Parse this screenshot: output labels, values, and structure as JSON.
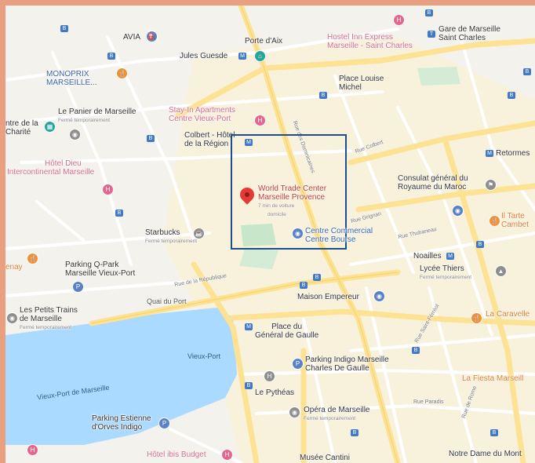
{
  "map": {
    "selected_place": {
      "name_line1": "World Trade Center",
      "name_line2": "Marseille Provence",
      "hours": "7 min de voiture",
      "detail": "domicile"
    },
    "places": [
      {
        "key": "avia",
        "name": "AVIA",
        "icon": "gas-station-icon",
        "pin": "blue"
      },
      {
        "key": "porte-daix",
        "name": "Porte d'Aix",
        "icon": "landmark-icon",
        "pin": "teal"
      },
      {
        "key": "jules-guesde",
        "name": "Jules Guesde",
        "icon": "metro-icon"
      },
      {
        "key": "hostel",
        "name_line1": "Hostel Inn Express",
        "name_line2": "Marseille - Saint Charles",
        "icon": "hotel-icon",
        "pin": "pink"
      },
      {
        "key": "gare",
        "name_line1": "Gare de Marseille",
        "name_line2": "Saint Charles",
        "icon": "train-station-icon"
      },
      {
        "key": "monoprix",
        "name_line1": "MONOPRIX",
        "name_line2": "MARSEILLE...",
        "icon": "shop-icon",
        "pin": "blue"
      },
      {
        "key": "place-louise",
        "name_line1": "Place Louise",
        "name_line2": "Michel",
        "icon": "none"
      },
      {
        "key": "panier",
        "name": "Le Panier de Marseille",
        "sub": "Fermé temporairement",
        "icon": "shop-icon",
        "pin": "gray"
      },
      {
        "key": "stay",
        "name_line1": "Stay-In Apartments",
        "name_line2": "Centre Vieux-Port",
        "icon": "hotel-icon",
        "pin": "pink"
      },
      {
        "key": "centre-charite",
        "name_line1": "ntre de la",
        "name_line2": "Charité",
        "icon": "museum-icon",
        "pin": "teal"
      },
      {
        "key": "colbert",
        "name_line1": "Colbert - Hôtel",
        "name_line2": "de la Région",
        "icon": "metro-icon"
      },
      {
        "key": "retormes",
        "name": "Retormes",
        "icon": "metro-icon"
      },
      {
        "key": "hotel-dieu",
        "name_line1": "Hôtel Dieu",
        "name_line2": "Intercontinental Marseille",
        "icon": "hotel-icon",
        "pin": "pink"
      },
      {
        "key": "consulat",
        "name_line1": "Consulat général du",
        "name_line2": "Royaume du Maroc",
        "icon": "embassy-icon",
        "pin": "gray"
      },
      {
        "key": "starbucks",
        "name": "Starbucks",
        "sub": "Fermé temporairement",
        "icon": "cafe-icon",
        "pin": "gray"
      },
      {
        "key": "centre-bourse",
        "name_line1": "Centre Commercial",
        "name_line2": "Centre Bourse",
        "icon": "shop-icon",
        "pin": "blue"
      },
      {
        "key": "ltarte",
        "name_line1": "Il Tarte",
        "name_line2": "Cambet",
        "icon": "restaurant-icon",
        "pin": "orange"
      },
      {
        "key": "parking-qpark",
        "name_line1": "Parking Q-Park",
        "name_line2": "Marseille Vieux-Port",
        "icon": "parking-icon",
        "pin": "blue"
      },
      {
        "key": "noailles",
        "name": "Noailles",
        "icon": "metro-icon"
      },
      {
        "key": "lycee-thiers",
        "name": "Lycée Thiers",
        "sub": "Fermé temporairement",
        "icon": "school-icon",
        "pin": "gray"
      },
      {
        "key": "maison-empereur",
        "name": "Maison Empereur",
        "icon": "shop-icon",
        "pin": "blue"
      },
      {
        "key": "petits-trains",
        "name_line1": "Les Petits Trains",
        "name_line2": "de Marseille",
        "sub": "Fermé temporairement",
        "icon": "attraction-icon",
        "pin": "gray"
      },
      {
        "key": "place-general",
        "name_line1": "Place du",
        "name_line2": "Général de Gaulle",
        "icon": "none"
      },
      {
        "key": "la-caravelle",
        "name": "La Caravelle",
        "icon": "restaurant-icon",
        "pin": "orange"
      },
      {
        "key": "vieux-port-metro",
        "name": "Vieux-Port",
        "icon": "metro-icon"
      },
      {
        "key": "parking-indigo",
        "name_line1": "Parking Indigo Marseille",
        "name_line2": "Charles De Gaulle",
        "icon": "parking-icon",
        "pin": "blue"
      },
      {
        "key": "pytheas",
        "name": "Le Pythéas",
        "icon": "hotel-icon",
        "pin": "gray"
      },
      {
        "key": "la-fiesta",
        "name": "La Fiesta Marseill",
        "icon": "restaurant-icon",
        "pin": "orange"
      },
      {
        "key": "opera",
        "name": "Opéra de Marseille",
        "sub": "Fermé temporairement",
        "icon": "theater-icon",
        "pin": "gray"
      },
      {
        "key": "parking-estienne",
        "name_line1": "Parking Estienne",
        "name_line2": "d'Orves Indigo",
        "icon": "parking-icon",
        "pin": "blue"
      },
      {
        "key": "ibis",
        "name": "Hôtel ibis Budget",
        "icon": "hotel-icon",
        "pin": "pink"
      },
      {
        "key": "musee-cantini",
        "name": "Musée Cantini",
        "icon": "museum-icon",
        "pin": "gray"
      },
      {
        "key": "notre-dame",
        "name": "Notre Dame du Mont",
        "icon": "metro-icon"
      },
      {
        "key": "enay",
        "name": "enay",
        "icon": "restaurant-icon",
        "pin": "orange"
      }
    ],
    "streets": {
      "quai_du_port": "Quai du Port",
      "vieux_port_water_1": "Vieux-Port de Marseille",
      "vieux_port_water_2": "Vieux-Port",
      "rue_colbert": "Rue Colbert",
      "rue_saint_ferreol": "Rue Saint-Férréol",
      "rue_grignan": "Rue Grignan",
      "rue_des_dominicaines": "Rue des Dominicaines",
      "rue_de_rome": "Rue de Rome",
      "rue_de_la_republique": "Rue de la République",
      "rue_thubaneau": "Rue Thubaneau",
      "rue_paradis": "Rue Paradis"
    },
    "colors": {
      "water": "#aadaff",
      "background": "#f4f2ec",
      "major_road": "#fde293",
      "minor_road": "#ffffff",
      "park": "#c8e6c9",
      "selection": "#1a4f8c",
      "marker": "#e53935"
    }
  }
}
